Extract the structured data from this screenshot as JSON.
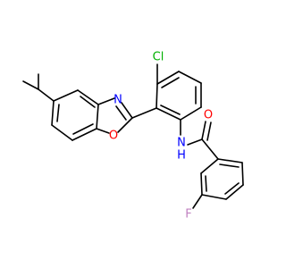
{
  "molecule": {
    "atoms": {
      "n_oxazole": {
        "label": "N",
        "color": "#0000ff"
      },
      "o_oxazole": {
        "label": "O",
        "color": "#ff0000"
      },
      "cl": {
        "label": "Cl",
        "color": "#00b000"
      },
      "nh": {
        "label": "N",
        "color": "#0000ff"
      },
      "nh_h": {
        "label": "H",
        "color": "#0000ff"
      },
      "o_carbonyl": {
        "label": "O",
        "color": "#ff0000"
      },
      "f": {
        "label": "F",
        "color": "#c080c0"
      }
    },
    "bond_color": "#000000"
  }
}
